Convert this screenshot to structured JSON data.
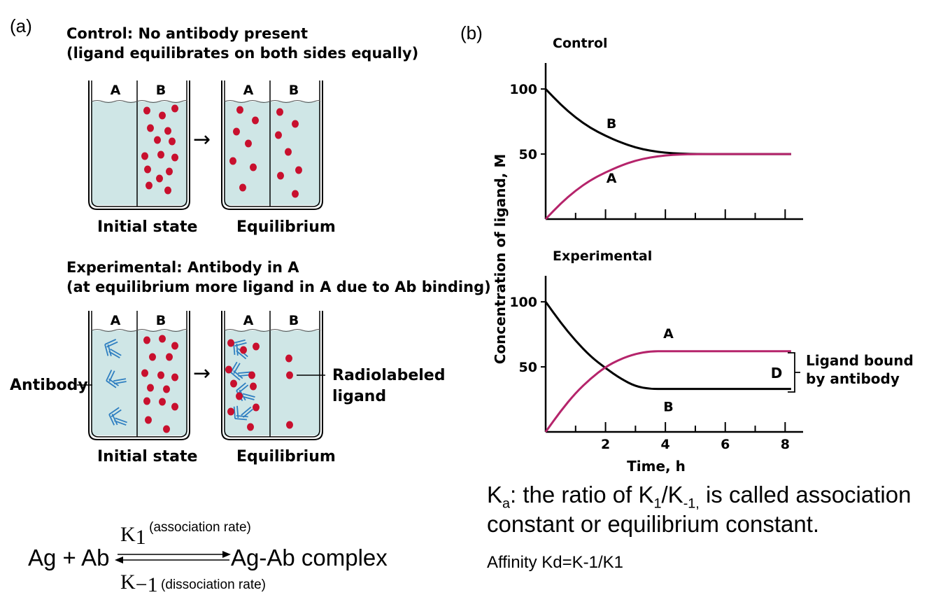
{
  "panel_a": {
    "label": "(a)",
    "control": {
      "heading_line1": "Control: No antibody present",
      "heading_line2": "(ligand equilibrates on both sides equally)",
      "initial_caption": "Initial state",
      "equilibrium_caption": "Equilibrium"
    },
    "experimental": {
      "heading_line1": "Experimental: Antibody in A",
      "heading_line2": "(at equilibrium more ligand in A due to Ab binding)",
      "initial_caption": "Initial state",
      "equilibrium_caption": "Equilibrium",
      "antibody_label": "Antibody",
      "ligand_label_line1": "Radiolabeled",
      "ligand_label_line2": "ligand"
    },
    "compartments": {
      "left": "A",
      "right": "B"
    },
    "arrow": "→",
    "colors": {
      "fluid": "#cfe6e6",
      "ligand": "#c8102e",
      "antibody": "#2f7fc1"
    }
  },
  "equation": {
    "left": "Ag + Ab",
    "right": "Ag-Ab complex",
    "k_forward": "K",
    "k_forward_sub": "1",
    "k_forward_note": "(association rate)",
    "k_reverse": "K",
    "k_reverse_sub": "−1",
    "k_reverse_note": "(dissociation rate)"
  },
  "panel_b": {
    "label": "(b)",
    "ylabel": "Concentration of ligand, M",
    "xlabel": "Time, h",
    "bracket_letter": "D",
    "bracket_label_line1": "Ligand bound",
    "bracket_label_line2": "by antibody"
  },
  "chart_data": [
    {
      "type": "line",
      "title": "Control",
      "xlim": [
        0,
        8.6
      ],
      "ylim": [
        0,
        120
      ],
      "yticks": [
        50,
        100
      ],
      "xticks": [
        1,
        2,
        3,
        4,
        5,
        6,
        7,
        8
      ],
      "xtick_labels": [],
      "series": [
        {
          "name": "B",
          "color": "#000000",
          "x": [
            0,
            0.5,
            1,
            1.5,
            2,
            2.5,
            3,
            3.5,
            4,
            4.5,
            5,
            6,
            7,
            8.2
          ],
          "y": [
            100,
            88,
            78,
            70,
            64,
            59,
            55,
            52.5,
            51,
            50.3,
            50,
            50,
            50,
            50
          ]
        },
        {
          "name": "A",
          "color": "#b5246b",
          "x": [
            0,
            0.5,
            1,
            1.5,
            2,
            2.5,
            3,
            3.5,
            4,
            4.5,
            5,
            6,
            7,
            8.2
          ],
          "y": [
            0,
            12,
            22,
            30,
            36,
            41,
            45,
            47.5,
            49,
            49.7,
            50,
            50,
            50,
            50
          ]
        }
      ]
    },
    {
      "type": "line",
      "title": "Experimental",
      "xlim": [
        0,
        8.6
      ],
      "ylim": [
        0,
        120
      ],
      "yticks": [
        50,
        100
      ],
      "xticks": [
        1,
        2,
        3,
        4,
        5,
        6,
        7,
        8
      ],
      "xtick_labels": [
        "2",
        "4",
        "6",
        "8"
      ],
      "series": [
        {
          "name": "B",
          "color": "#000000",
          "x": [
            0,
            0.5,
            1,
            1.5,
            2,
            2.5,
            3,
            3.5,
            4,
            5,
            6,
            7,
            8.2
          ],
          "y": [
            100,
            84,
            70,
            58,
            49,
            41,
            35,
            33,
            33,
            33,
            33,
            33,
            33
          ]
        },
        {
          "name": "A",
          "color": "#b5246b",
          "x": [
            0,
            0.5,
            1,
            1.5,
            2,
            2.5,
            3,
            3.5,
            4,
            5,
            6,
            7,
            8.2
          ],
          "y": [
            0,
            16,
            30,
            41,
            50,
            56,
            60,
            62,
            62,
            62,
            62,
            62,
            62
          ]
        }
      ]
    }
  ]
}
